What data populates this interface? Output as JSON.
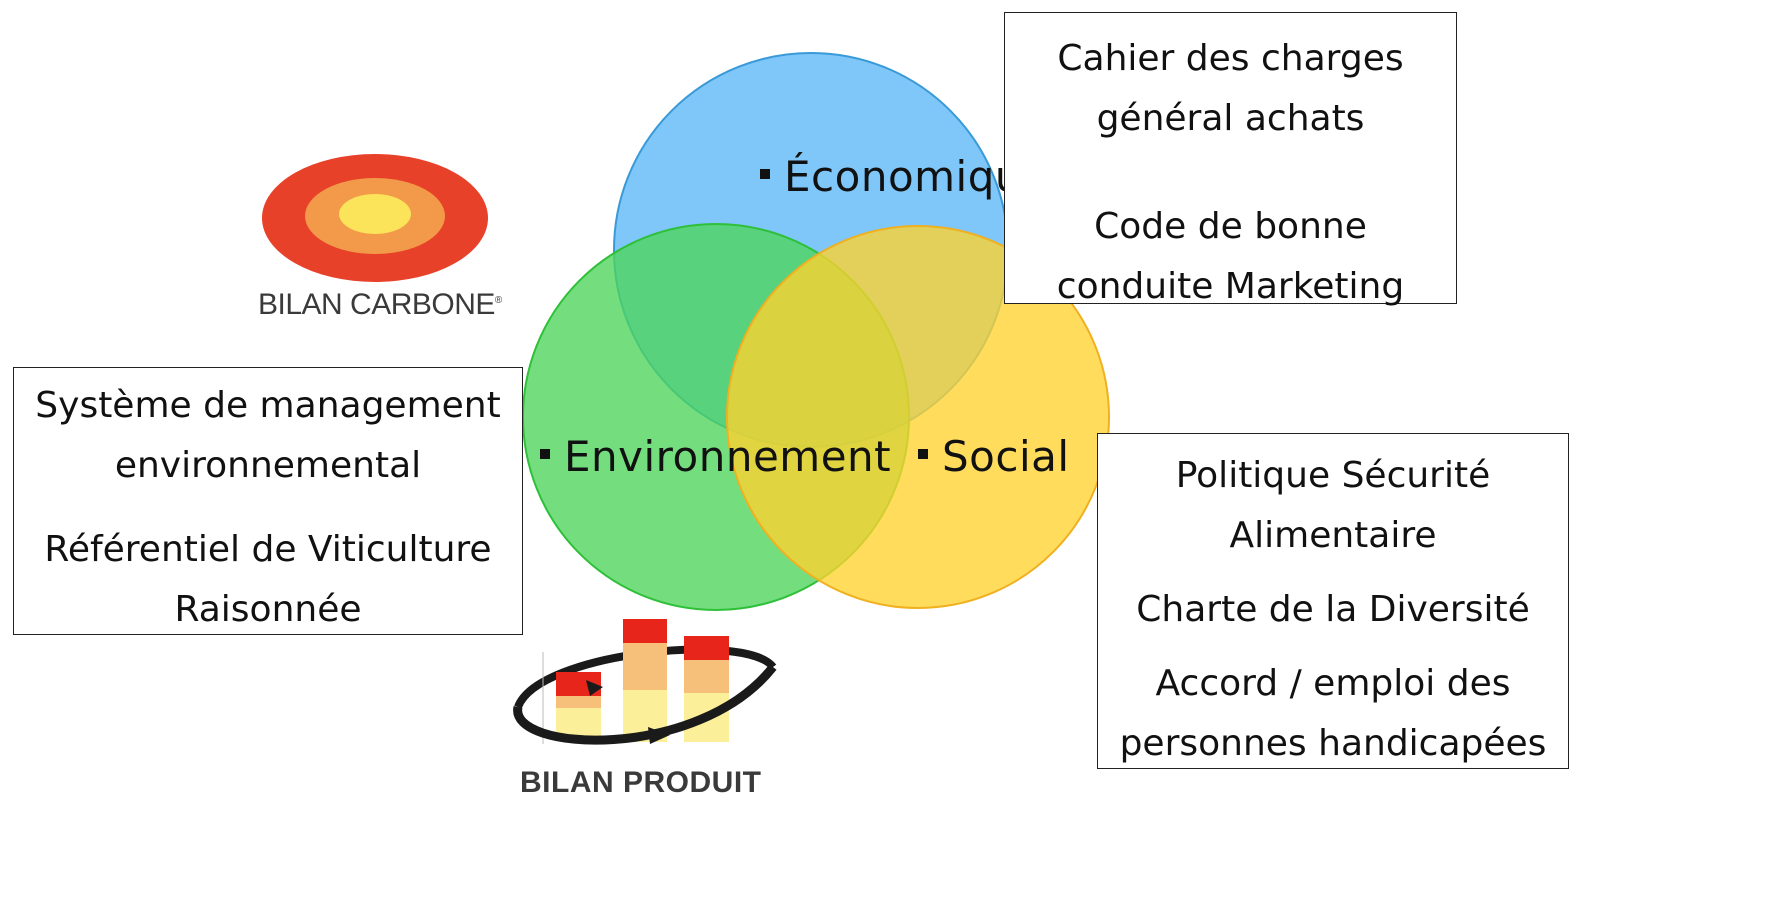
{
  "circles": {
    "economique": {
      "label": "Économique",
      "fill": "#5BB6F7",
      "stroke": "#3A9AD8"
    },
    "environnement": {
      "label": "Environnement",
      "fill": "#4DD55A",
      "stroke": "#2FC03A"
    },
    "social": {
      "label": "Social",
      "fill": "#FFD22E",
      "stroke": "#F0B020"
    }
  },
  "boxes": {
    "economique": {
      "lines": [
        "Cahier des charges",
        "général achats",
        "",
        "Code de bonne",
        "conduite Marketing"
      ]
    },
    "environnement": {
      "lines": [
        "Système de management",
        "environnemental",
        "Référentiel de Viticulture",
        "Raisonnée"
      ]
    },
    "social": {
      "lines": [
        "Politique Sécurité",
        "Alimentaire",
        "Charte de la Diversité",
        "Accord / emploi des",
        "personnes handicapées"
      ]
    }
  },
  "logos": {
    "bilan_carbone": {
      "caption": "BILAN CARBONE",
      "mark": "®"
    },
    "bilan_produit": {
      "caption": "BILAN PRODUIT"
    }
  },
  "colors": {
    "logo_red": "#E8412A",
    "logo_orange": "#F29A4A",
    "logo_yellow": "#FBE35A"
  }
}
